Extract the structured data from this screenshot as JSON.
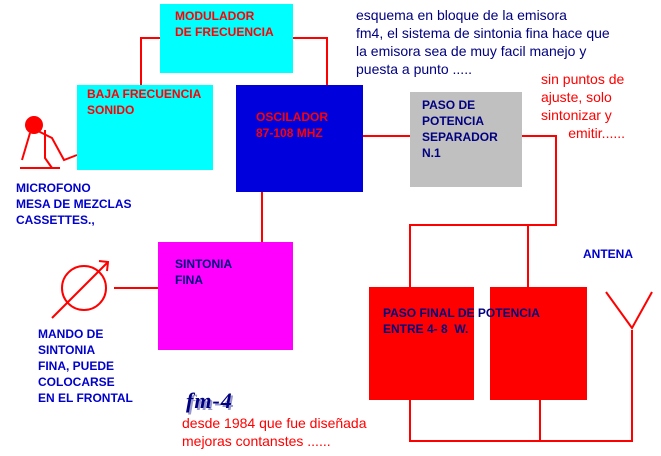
{
  "colors": {
    "wire": "#ff0000",
    "cyan": "#00ffff",
    "blue": "#0000dd",
    "gray": "#c0c0c0",
    "magenta": "#ff00ff",
    "red": "#ff0000",
    "text_red": "#ff0000",
    "text_blue": "#0000cc",
    "text_navy": "#000080"
  },
  "blocks": {
    "modulador": "MODULADOR\nDE FRECUENCIA",
    "baja": "BAJA FRECUENCIA\nSONIDO",
    "oscilador": "OSCILADOR\n87-108 MHZ",
    "paso1": "PASO DE\nPOTENCIA\nSEPARADOR\nN.1",
    "sintonia": "SINTONIA\nFINA",
    "paso_final": "PASO FINAL DE POTENCIA\nENTRE 4- 8  W."
  },
  "labels": {
    "microfono": "MICROFONO\nMESA DE MEZCLAS\nCASSETTES.,",
    "mando": "MANDO DE\nSINTONIA\nFINA, PUEDE\nCOLOCARSE\nEN EL FRONTAL",
    "antena": "ANTENA"
  },
  "notes": {
    "top": "esquema en bloque de la emisora\nfm4, el sistema de sintonia fina hace que\nla emisora sea de muy facil manejo y\npuesta a punto .....",
    "side": "sin puntos de\najuste, solo\nsintonizar y\n       emitir......",
    "bottom": "desde 1984 que fue diseñada\nmejoras contanstes ......"
  },
  "logo": "fm-4",
  "icons": [
    "microphone-icon",
    "tuning-knob-icon",
    "antenna-icon"
  ]
}
